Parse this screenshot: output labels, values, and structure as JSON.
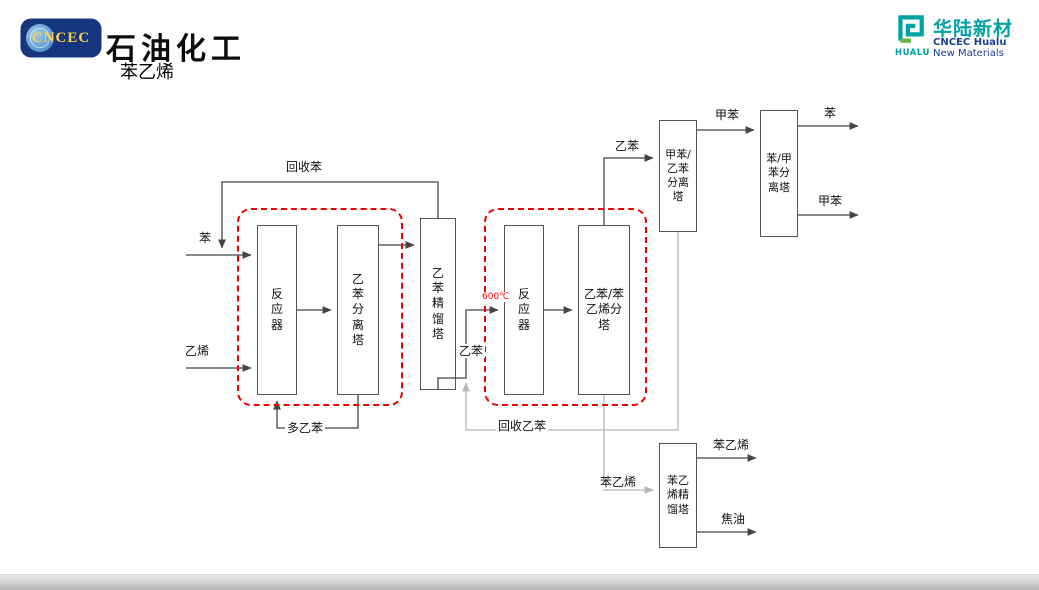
{
  "header": {
    "cncec_logo_text": "CNCEC",
    "brand": "石油化工",
    "slide_title": "苯乙烯"
  },
  "brand_right": {
    "name_cn": "华陆新材",
    "name_sub": "HUALU",
    "line1": "CNCEC Hualu",
    "line2": "New Materials"
  },
  "colors": {
    "dashed_group_red": "#ee0000",
    "temperature_red": "#ff0000",
    "flow_line": "#444444",
    "recycle_line_gray": "#b5b5b5",
    "brand_teal": "#00a2a4",
    "brand_navy": "#1d3f94"
  },
  "diagram": {
    "units": {
      "reactor1": "反应器",
      "eb_separation_tower": "乙苯分离塔",
      "eb_distillation_tower": "乙苯精馏塔",
      "reactor2": "反应器",
      "eb_styrene_splitter": "乙苯/苯乙烯分塔",
      "toluene_eb_separation_tower": "甲苯/乙苯分离塔",
      "benzene_toluene_separation_tower": "苯/甲苯分离塔",
      "styrene_distillation_tower": "苯乙烯精馏塔"
    },
    "streams": {
      "benzene_feed": "苯",
      "ethylene_feed": "乙烯",
      "recycled_benzene": "回收苯",
      "poly_ethylbenzene": "多乙苯",
      "ethylbenzene_mid": "乙苯",
      "reactor2_temp": "600℃",
      "recycled_ethylbenzene": "回收乙苯",
      "ethylbenzene_top": "乙苯",
      "toluene_mid": "甲苯",
      "benzene_out": "苯",
      "toluene_out": "甲苯",
      "styrene_mid": "苯乙烯",
      "styrene_out": "苯乙烯",
      "tar_out": "焦油"
    }
  }
}
